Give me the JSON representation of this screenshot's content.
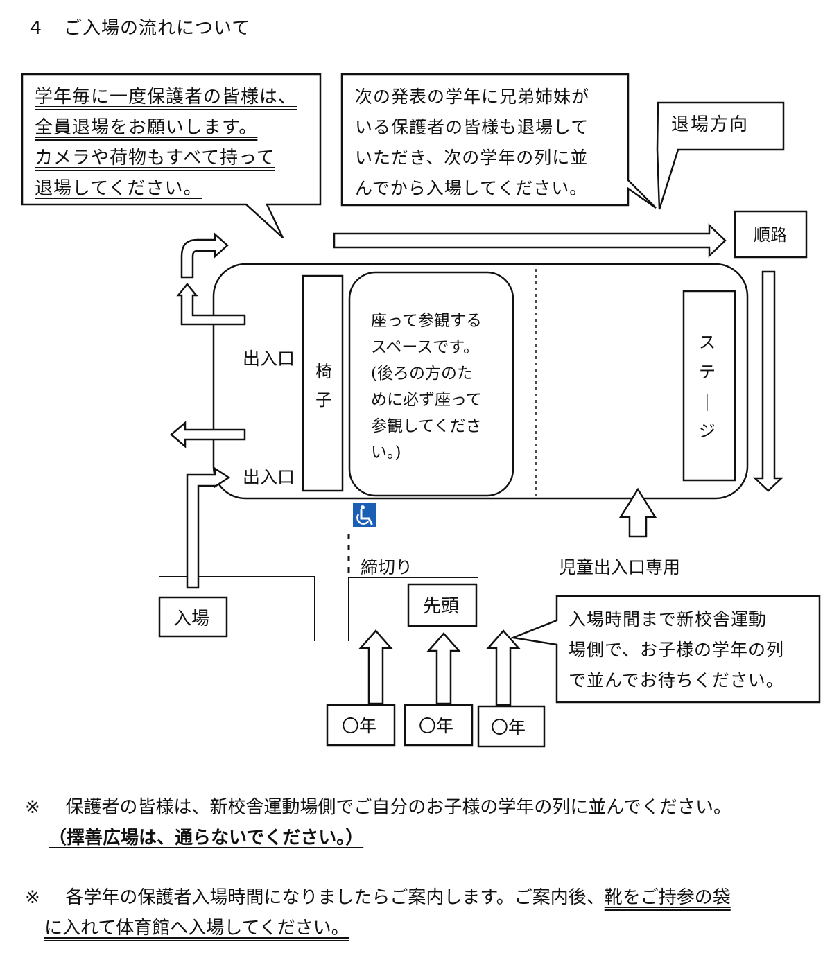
{
  "heading": "４　ご入場の流れについて",
  "callouts": {
    "exit_all": [
      "学年毎に一度保護者の皆様は、",
      "全員退場をお願いします。",
      "カメラや荷物もすべて持って",
      "退場してください。"
    ],
    "siblings": [
      "次の発表の学年に兄弟姉妹が",
      "いる保護者の皆様も退場して",
      "いただき、次の学年の列に並",
      "んでから入場してください。"
    ],
    "exit_direction": "退場方向",
    "wait": [
      "入場時間まで新校舎運動",
      "場側で、お子様の学年の列",
      "で並んでお待ちください。"
    ]
  },
  "labels": {
    "route": "順路",
    "entrance_top": "出入口",
    "entrance_bottom": "出入口",
    "chairs": [
      "椅",
      "子"
    ],
    "seating": [
      "座って参観する",
      "スペースです。",
      "(後ろの方のた",
      "めに必ず座って",
      "参観してくださ",
      "い。)"
    ],
    "stage": [
      "ス",
      "テ",
      "｜",
      "ジ"
    ],
    "cutoff": "締切り",
    "children_entrance": "児童出入口専用",
    "enter": "入場",
    "front": "先頭",
    "grades": [
      "〇年",
      "〇年",
      "〇年"
    ]
  },
  "icons": {
    "accessibility": "wheelchair-icon",
    "accessibility_color": "#1a5fb4"
  },
  "notes": {
    "note1_mark": "※",
    "note1_text": "保護者の皆様は、新校舎運動場側でご自分のお子様の学年の列に並んでください。",
    "note1_sub": "（擇善広場は、通らないでください。）",
    "note2_mark": "※",
    "note2_text_a": "各学年の保護者入場時間になりましたらご案内します。ご案内後、",
    "note2_text_b": "靴をご持参の袋",
    "note2_text_c": "に入れて体育館へ入場してください。"
  }
}
